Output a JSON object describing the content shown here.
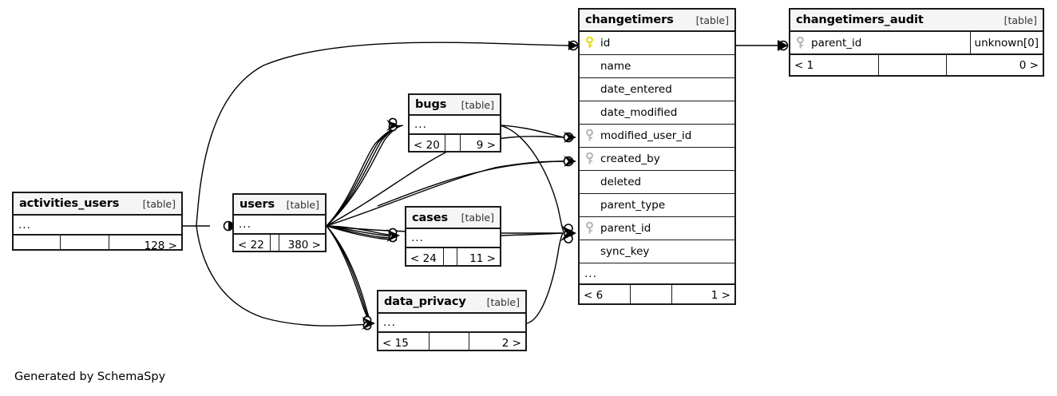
{
  "diagram": {
    "generator_caption": "Generated by SchemaSpy",
    "kind_label": "[table]",
    "ellipsis": "...",
    "colors": {
      "pk_key": "#e8d800",
      "fk_key": "#b3b3b3",
      "border": "#1a1a1a",
      "header_bg": "#f5f5f5",
      "background": "#ffffff"
    }
  },
  "tables": {
    "changetimers": {
      "name": "changetimers",
      "kind": "[table]",
      "columns": [
        {
          "name": "id",
          "key": "pk-key-icon"
        },
        {
          "name": "name",
          "key": "none"
        },
        {
          "name": "date_entered",
          "key": "none"
        },
        {
          "name": "date_modified",
          "key": "none"
        },
        {
          "name": "modified_user_id",
          "key": "fk-key-icon"
        },
        {
          "name": "created_by",
          "key": "fk-key-icon"
        },
        {
          "name": "deleted",
          "key": "none"
        },
        {
          "name": "parent_type",
          "key": "none"
        },
        {
          "name": "parent_id",
          "key": "fk-key-icon"
        },
        {
          "name": "sync_key",
          "key": "none"
        }
      ],
      "more_indicator": "...",
      "footer": {
        "left": "< 6",
        "middle": "",
        "right": "1 >"
      }
    },
    "changetimers_audit": {
      "name": "changetimers_audit",
      "kind": "[table]",
      "columns": [
        {
          "name": "parent_id",
          "key": "fk-key-icon",
          "type": "unknown[0]"
        }
      ],
      "footer": {
        "left": "< 1",
        "middle": "",
        "right": "0 >"
      }
    },
    "activities_users": {
      "name": "activities_users",
      "kind": "[table]",
      "more_indicator": "...",
      "footer": {
        "left": "",
        "middle": "",
        "right": "128 >"
      }
    },
    "users": {
      "name": "users",
      "kind": "[table]",
      "more_indicator": "...",
      "footer": {
        "left": "< 22",
        "middle": "",
        "right": "380 >"
      }
    },
    "bugs": {
      "name": "bugs",
      "kind": "[table]",
      "more_indicator": "...",
      "footer": {
        "left": "< 20",
        "middle": "",
        "right": "9 >"
      }
    },
    "cases": {
      "name": "cases",
      "kind": "[table]",
      "more_indicator": "...",
      "footer": {
        "left": "< 24",
        "middle": "",
        "right": "11 >"
      }
    },
    "data_privacy": {
      "name": "data_privacy",
      "kind": "[table]",
      "more_indicator": "...",
      "footer": {
        "left": "< 15",
        "middle": "",
        "right": "2 >"
      }
    }
  }
}
